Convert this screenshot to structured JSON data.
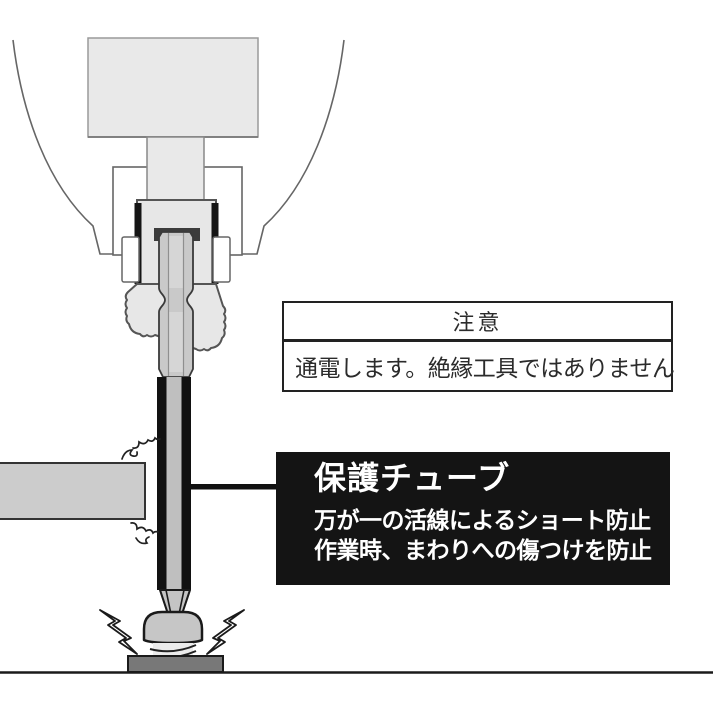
{
  "caution_box": {
    "title": "注意",
    "body": "通電します。絶縁工具ではありません"
  },
  "label_box": {
    "title": "保護チューブ",
    "line1": "万が一の活線によるショート防止",
    "line2": "作業時、まわりへの傷つけを防止"
  },
  "icons": {
    "lightning_left": "lightning-bolt",
    "lightning_right": "lightning-bolt",
    "scratch_upper": "scratch-mark",
    "scratch_lower": "scratch-mark"
  },
  "colors": {
    "background": "#ffffff",
    "outline": "#1a1a1a",
    "label_box_bg": "#141414",
    "label_box_text": "#ffffff",
    "tool_light_gray": "#e9e9e9",
    "bit_metal": "#c9c9c9",
    "tube_black": "#111111",
    "tube_core": "#bfbfbf",
    "obstacle_gray": "#cccccc",
    "base_plate_gray": "#787878"
  }
}
